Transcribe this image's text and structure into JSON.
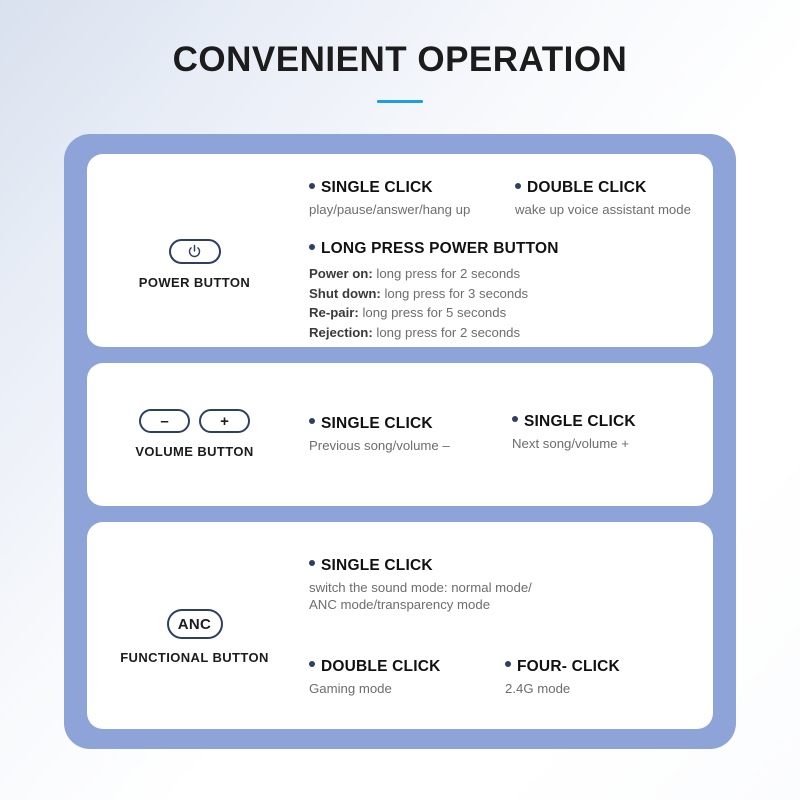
{
  "header": {
    "title": "CONVENIENT OPERATION",
    "accent_color": "#1b9df0"
  },
  "theme": {
    "panel_color": "#8ea4d8",
    "card_color": "#ffffff",
    "bullet_color": "#2e3f63",
    "outline_color": "#2e3f63",
    "heading_color": "#111111",
    "body_color": "#6d6d6d"
  },
  "cards": [
    {
      "id": "power-button",
      "icon": "power-icon",
      "caption": "POWER BUTTON",
      "actions": [
        {
          "heading": "SINGLE CLICK",
          "description": "play/pause/answer/hang up"
        },
        {
          "heading": "DOUBLE CLICK",
          "description": "wake up voice assistant mode"
        },
        {
          "heading": "LONG PRESS POWER BUTTON",
          "specs": [
            {
              "label": "Power on:",
              "value": "long press for 2 seconds"
            },
            {
              "label": "Shut down:",
              "value": "long press for 3 seconds"
            },
            {
              "label": "Re-pair:",
              "value": "long press for 5 seconds"
            },
            {
              "label": "Rejection:",
              "value": "long press for 2 seconds"
            }
          ]
        }
      ]
    },
    {
      "id": "volume-button",
      "icon_minus": "minus-icon",
      "icon_plus": "plus-icon",
      "minus_sign": "–",
      "plus_sign": "+",
      "caption": "VOLUME BUTTON",
      "actions": [
        {
          "heading": "SINGLE CLICK",
          "description": "Previous song/volume –"
        },
        {
          "heading": "SINGLE CLICK",
          "description": "Next song/volume +"
        }
      ]
    },
    {
      "id": "functional-button",
      "icon_label": "ANC",
      "caption": "FUNCTIONAL BUTTON",
      "actions": [
        {
          "heading": "SINGLE CLICK",
          "description": "switch the sound mode: normal mode/ ANC mode/transparency mode"
        },
        {
          "heading": "DOUBLE CLICK",
          "description": "Gaming mode"
        },
        {
          "heading": "FOUR- CLICK",
          "description": "2.4G mode"
        }
      ]
    }
  ]
}
